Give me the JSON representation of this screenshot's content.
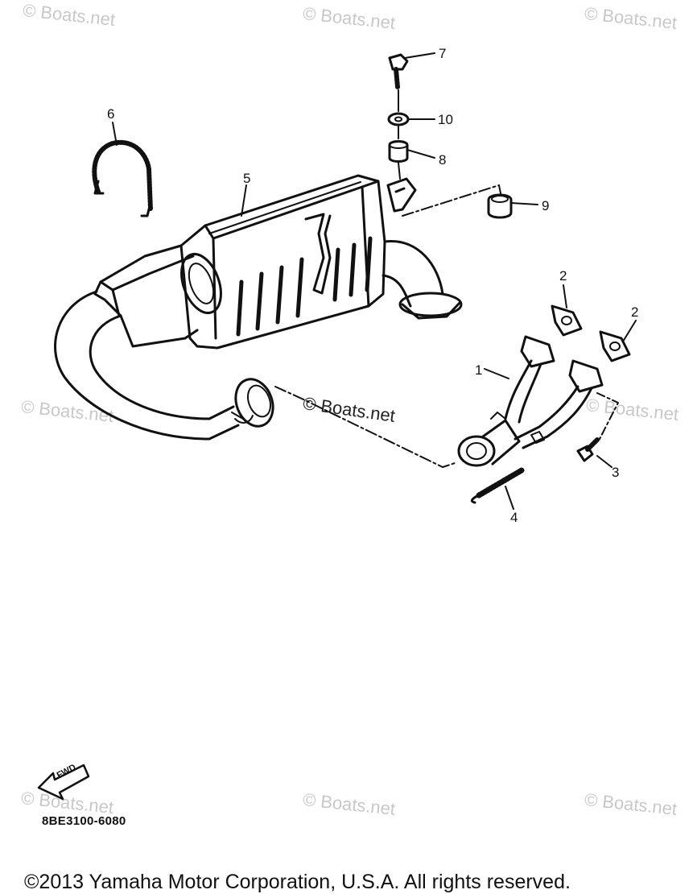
{
  "watermark": "© Boats.net",
  "callouts": {
    "p1": "1",
    "p2a": "2",
    "p2b": "2",
    "p3": "3",
    "p4": "4",
    "p5": "5",
    "p6": "6",
    "p7": "7",
    "p8": "8",
    "p9": "9",
    "p10": "10"
  },
  "fwd_label": "FWD",
  "part_code": "8BE3100-6080",
  "copyright": "©2013 Yamaha Motor Corporation, U.S.A. All rights reserved.",
  "colors": {
    "ink": "#111111",
    "watermark": "#c8c8c8"
  }
}
